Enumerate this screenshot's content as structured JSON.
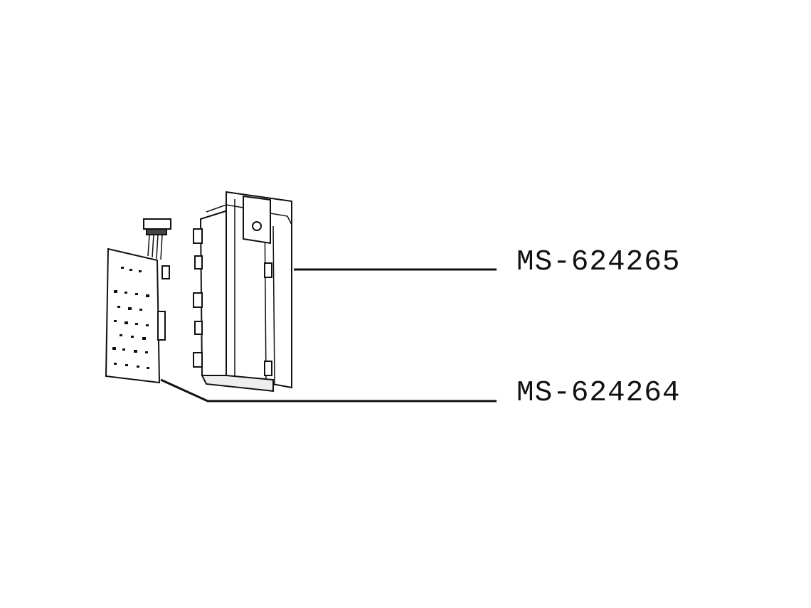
{
  "parts": [
    {
      "part_number": "MS-624265",
      "refers_to": "housing"
    },
    {
      "part_number": "MS-624264",
      "refers_to": "circuit-board"
    }
  ],
  "colors": {
    "line": "#111111",
    "background": "#ffffff"
  }
}
